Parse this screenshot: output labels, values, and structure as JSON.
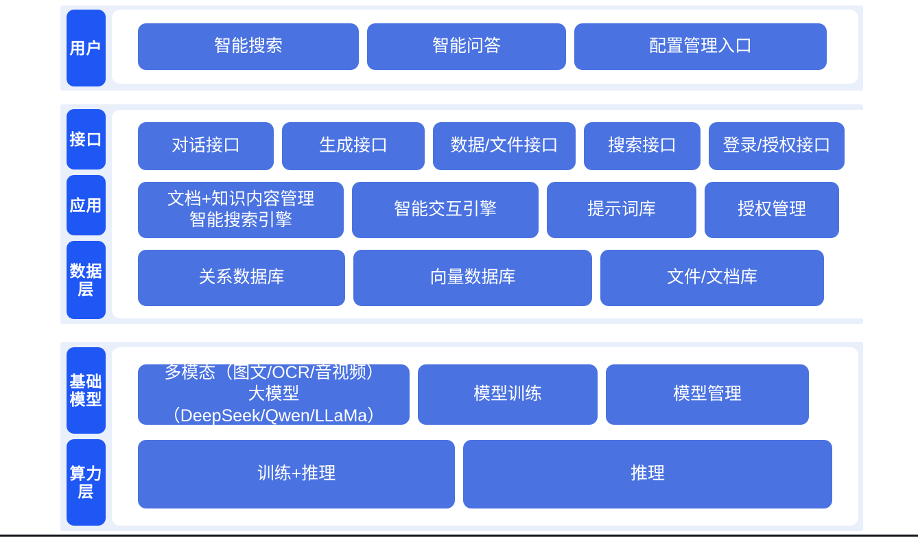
{
  "theme": {
    "tab_blue": "#1f57f5",
    "cell_blue": "#4a72e0",
    "band_background": "#e9effb",
    "panel_background": "#ffffff",
    "page_background": "#ffffff",
    "text_on_blue": "#ffffff"
  },
  "bands": [
    {
      "id": "user",
      "tabs": [
        {
          "label": "用户"
        }
      ],
      "rows": [
        {
          "id": "user-entries",
          "cells": [
            {
              "label": "智能搜索"
            },
            {
              "label": "智能问答"
            },
            {
              "label": "配置管理入口"
            }
          ]
        }
      ]
    },
    {
      "id": "middle",
      "tabs": [
        {
          "label": "接口"
        },
        {
          "label": "应用"
        },
        {
          "label": "数据层"
        }
      ],
      "rows": [
        {
          "id": "interface-row",
          "cells": [
            {
              "label": "对话接口"
            },
            {
              "label": "生成接口"
            },
            {
              "label": "数据/文件接口"
            },
            {
              "label": "搜索接口"
            },
            {
              "label": "登录/授权接口"
            }
          ]
        },
        {
          "id": "application-row",
          "cells": [
            {
              "label": "文档+知识内容管理\n智能搜索引擎"
            },
            {
              "label": "智能交互引擎"
            },
            {
              "label": "提示词库"
            },
            {
              "label": "授权管理"
            }
          ]
        },
        {
          "id": "data-row",
          "cells": [
            {
              "label": "关系数据库"
            },
            {
              "label": "向量数据库"
            },
            {
              "label": "文件/文档库"
            }
          ]
        }
      ]
    },
    {
      "id": "base",
      "tabs": [
        {
          "label": "基础模型"
        },
        {
          "label": "算力层"
        }
      ],
      "rows": [
        {
          "id": "model-row",
          "cells": [
            {
              "label": "多模态（图文/OCR/音视频）\n大模型（DeepSeek/Qwen/LLaMa）"
            },
            {
              "label": "模型训练"
            },
            {
              "label": "模型管理"
            }
          ]
        },
        {
          "id": "compute-row",
          "cells": [
            {
              "label": "训练+推理"
            },
            {
              "label": "推理"
            }
          ]
        }
      ]
    }
  ]
}
